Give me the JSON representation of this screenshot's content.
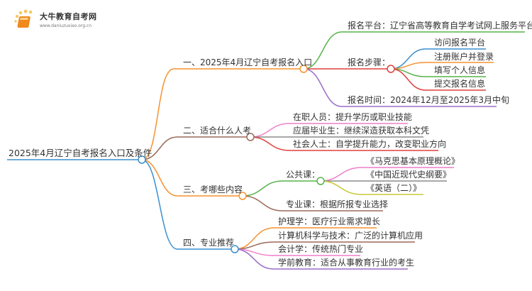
{
  "logo": {
    "name": "大牛教育自考网",
    "url": "www.daniuzuxiao.org.cn"
  },
  "root": "2025年4月辽宁自考报名入口及条件",
  "branches": [
    {
      "label": "一、2025年4月辽宁自考报名入口",
      "color": "#f5922f",
      "children": [
        {
          "label": "报名平台：辽宁省高等教育自学考试网上服务平台",
          "color": "#56b34a"
        },
        {
          "label": "报名步骤：",
          "color": "#e0403c",
          "children": [
            {
              "label": "访问报名平台",
              "color": "#3a8fd0"
            },
            {
              "label": "注册账户并登录",
              "color": "#f5922f"
            },
            {
              "label": "填写个人信息",
              "color": "#56b34a"
            },
            {
              "label": "提交报名信息",
              "color": "#e0403c"
            }
          ]
        },
        {
          "label": "报名时间：2024年12月至2025年3月中旬",
          "color": "#9b6cc9"
        }
      ]
    },
    {
      "label": "二、适合什么人考",
      "color": "#9a6a5a",
      "children": [
        {
          "label": "在职人员：提升学历或职业技能",
          "color": "#ee7fc8"
        },
        {
          "label": "应届毕业生：继续深造获取本科文凭",
          "color": "#8c8c8c"
        },
        {
          "label": "社会人士：自学提升能力，改变职业方向",
          "color": "#e0403c"
        }
      ]
    },
    {
      "label": "三、考哪些内容",
      "color": "#f5922f",
      "children": [
        {
          "label": "公共课：",
          "color": "#56b34a",
          "children": [
            {
              "label": "《马克思基本原理概论》",
              "color": "#ee7fc8"
            },
            {
              "label": "《中国近现代史纲要》",
              "color": "#8c8c8c"
            },
            {
              "label": "《英语（二）》",
              "color": "#c8c83a"
            }
          ]
        },
        {
          "label": "专业课：根据所报专业选择",
          "color": "#9a6a5a"
        }
      ]
    },
    {
      "label": "四、专业推荐",
      "color": "#3a8fd0",
      "children": [
        {
          "label": "护理学：医疗行业需求增长",
          "color": "#f5922f"
        },
        {
          "label": "计算机科学与技术：广泛的计算机应用",
          "color": "#9a6a5a"
        },
        {
          "label": "会计学：传统热门专业",
          "color": "#ee7fc8"
        },
        {
          "label": "学前教育：适合从事教育行业的考生",
          "color": "#9b6cc9"
        }
      ]
    }
  ]
}
